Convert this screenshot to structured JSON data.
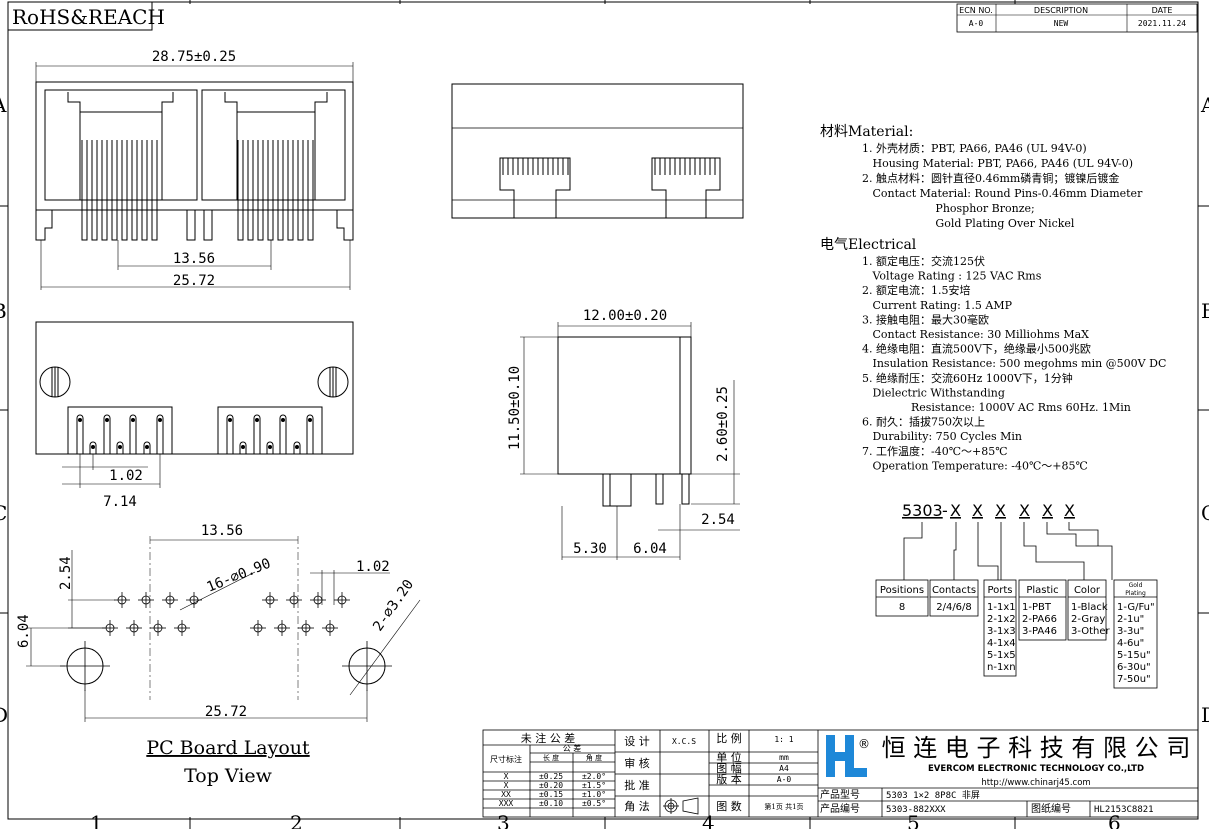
{
  "header": {
    "rohs": "RoHS&REACH"
  },
  "revision": {
    "headers": [
      "ECN NO.",
      "DESCRIPTION",
      "DATE"
    ],
    "row": [
      "A-0",
      "NEW",
      "2021.11.24"
    ]
  },
  "zones": {
    "top": [
      "1",
      "2",
      "3",
      "4",
      "5",
      "6"
    ],
    "side": [
      "A",
      "B",
      "C",
      "D"
    ]
  },
  "views": {
    "front": {
      "overall": "28.75±0.25",
      "inner": "13.56",
      "outer": "25.72"
    },
    "bottom": {
      "pitch": "1.02",
      "row": "7.14"
    },
    "side": {
      "width": "12.00±0.20",
      "height": "11.50±0.10",
      "pin": "2.60±0.25",
      "d1": "5.30",
      "d2": "6.04",
      "d3": "2.54"
    },
    "layout": {
      "top": "13.56",
      "holes16": "16-⌀0.90",
      "pitch": "1.02",
      "v1": "2.54",
      "v2": "6.04",
      "holes2": "2-⌀3.20",
      "bottom": "25.72",
      "title": "PC Board Layout",
      "subtitle": "Top View"
    }
  },
  "notes": {
    "material_title": "材料Material:",
    "material": [
      "1. 外壳材质：PBT, PA66, PA46 (UL 94V-0)",
      "   Housing Material: PBT, PA66, PA46 (UL 94V-0)",
      "2. 触点材料：圆针直径0.46mm磷青铜；镀镍后镀金",
      "   Contact Material: Round Pins-0.46mm Diameter",
      "                     Phosphor Bronze;",
      "                     Gold Plating Over Nickel"
    ],
    "electrical_title": "电气Electrical",
    "electrical": [
      "1. 额定电压：交流125伏",
      "   Voltage Rating : 125 VAC Rms",
      "2. 额定电流：1.5安培",
      "   Current Rating: 1.5 AMP",
      "3. 接触电阻：最大30毫欧",
      "   Contact Resistance: 30 Milliohms MaX",
      "4. 绝缘电阻：直流500V下，绝缘最小500兆欧",
      "   Insulation Resistance: 500 megohms min @500V DC",
      "5. 绝缘耐压：交流60Hz 1000V下，1分钟",
      "   Dielectric Withstanding",
      "              Resistance: 1000V AC Rms 60Hz. 1Min",
      "6. 耐久：插拔750次以上",
      "   Durability: 750 Cycles Min",
      "7. 工作温度：-40℃～+85℃",
      "   Operation Temperature: -40℃～+85℃"
    ]
  },
  "partcode": {
    "prefix": "5303",
    "dash": "-",
    "x": "X",
    "boxes": [
      {
        "title": "Positions",
        "items": [
          "8"
        ]
      },
      {
        "title": "Contacts",
        "items": [
          "2/4/6/8"
        ]
      },
      {
        "title": "Ports",
        "items": [
          "1-1x1",
          "2-1x2",
          "3-1x3",
          "4-1x4",
          "5-1x5",
          "n-1xn"
        ]
      },
      {
        "title": "Plastic",
        "items": [
          "1-PBT",
          "2-PA66",
          "3-PA46"
        ]
      },
      {
        "title": "Color",
        "items": [
          "1-Black",
          "2-Gray",
          "3-Other"
        ]
      },
      {
        "title": "Gold",
        "title2": "Plating",
        "items": [
          "1-G/Fu\"",
          "2-1u\"",
          "3-3u\"",
          "4-6u\"",
          "5-15u\"",
          "6-30u\"",
          "7-50u\""
        ]
      }
    ]
  },
  "titleblock": {
    "tol_title": "未  注  公  差",
    "size_label": "尺寸标注",
    "tol_head": "公    差",
    "tol_sub": [
      "长  度",
      "角  度"
    ],
    "tol_rows": [
      [
        "X",
        "±0.25",
        "±2.0°"
      ],
      [
        "X",
        "±0.20",
        "±1.5°"
      ],
      [
        "XX",
        "±0.15",
        "±1.0°"
      ],
      [
        "XXX",
        "±0.10",
        "±0.5°"
      ]
    ],
    "design": "设  计",
    "design_val": "X.C.S",
    "check": "审  核",
    "approve": "批  准",
    "projection": "角  法",
    "scale": "比  例",
    "scale_val": "1: 1",
    "unit": "单  位",
    "unit_val": "mm",
    "size": "图  幅",
    "size_val": "A4",
    "version": "版  本",
    "version_val": "A-0",
    "sheets": "图  数",
    "sheets_val": "第1页 共1页",
    "logo_mark": "®",
    "company_cn": "恒 连 电 子 科 技 有 限 公 司",
    "company_en": "EVERCOM ELECTRONIC TECHNOLOGY CO.,LTD",
    "url": "http://www.chinarj45.com",
    "model_label": "产品型号",
    "model": "5303 1×2 8P8C 非屏",
    "code_label": "产品编号",
    "code": "5303-882XXX",
    "drawing_label": "图纸编号",
    "drawing": "HL2153C8821"
  }
}
